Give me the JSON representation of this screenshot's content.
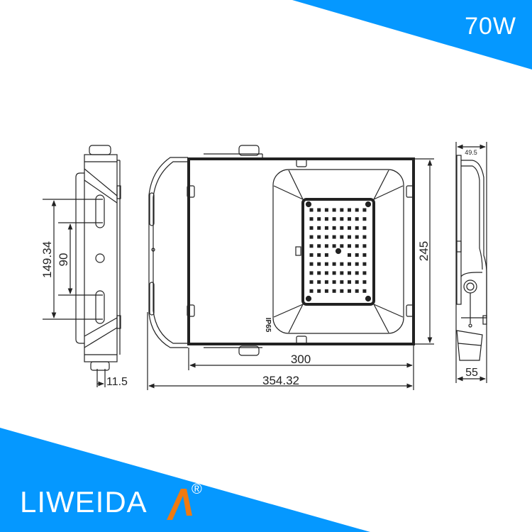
{
  "header": {
    "wattage_label": "70W",
    "accent_color": "#0598ff"
  },
  "brand": {
    "name": "LIWEIDA",
    "registered_mark": "®",
    "accent_orange": "#f07a10"
  },
  "drawing": {
    "product": "LED flood light, 3-view dimension drawing",
    "marking": "IP65",
    "dimensions": {
      "side_left_outer": "149.34",
      "side_left_inner": "90",
      "side_left_offset": "11.5",
      "front_height": "245",
      "front_inner_width": "300",
      "front_overall_width": "354.32",
      "side_right_top": "49.5",
      "side_right_bottom": "55"
    },
    "led_grid": {
      "rows": 10,
      "cols": 8
    }
  }
}
